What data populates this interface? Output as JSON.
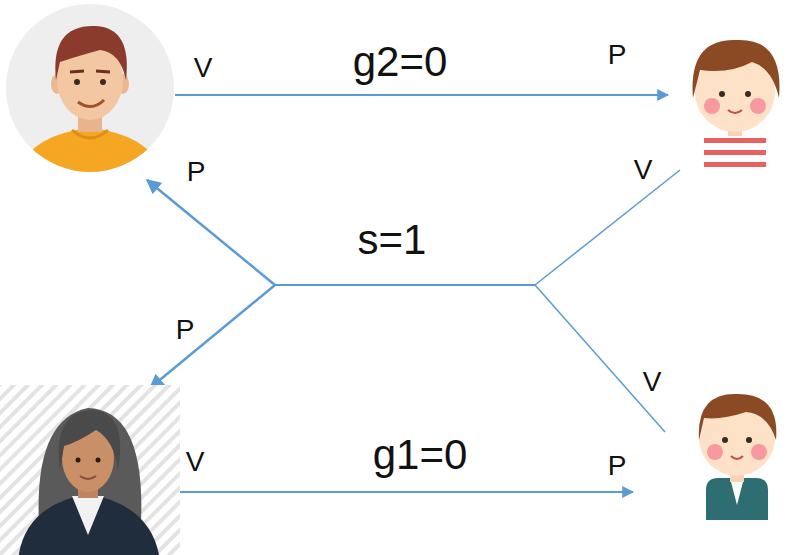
{
  "diagram": {
    "labels": [
      "V",
      "g2=0",
      "P",
      "P",
      "V",
      "s=1",
      "P",
      "V",
      "V",
      "g1=0",
      "P"
    ]
  }
}
